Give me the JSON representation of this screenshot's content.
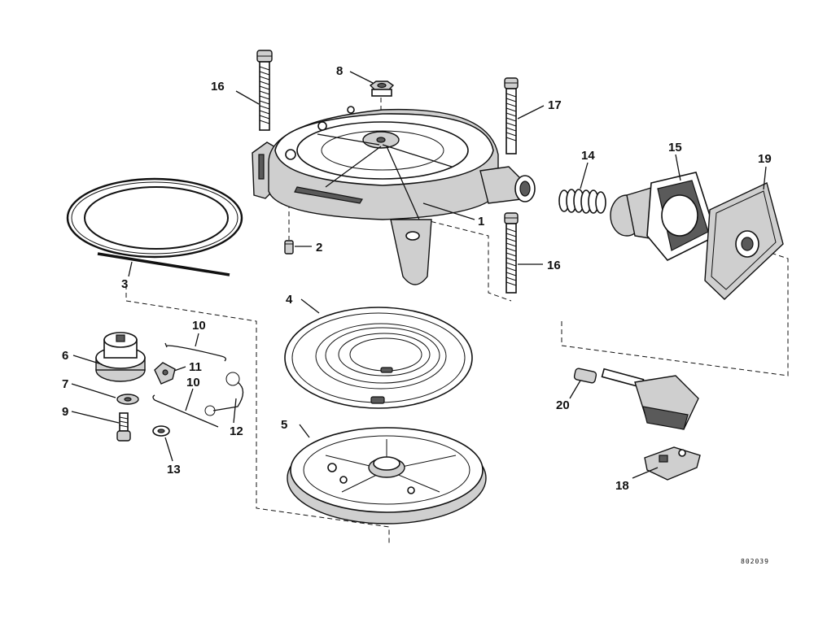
{
  "diagram": {
    "callouts": {
      "c1": "1",
      "c2": "2",
      "c3": "3",
      "c4": "4",
      "c5": "5",
      "c6": "6",
      "c7": "7",
      "c8": "8",
      "c9": "9",
      "c10a": "10",
      "c10b": "10",
      "c11": "11",
      "c12": "12",
      "c13": "13",
      "c14": "14",
      "c15": "15",
      "c16a": "16",
      "c16b": "16",
      "c17": "17",
      "c18": "18",
      "c19": "19",
      "c20": "20"
    },
    "drawing_number": "802039"
  }
}
